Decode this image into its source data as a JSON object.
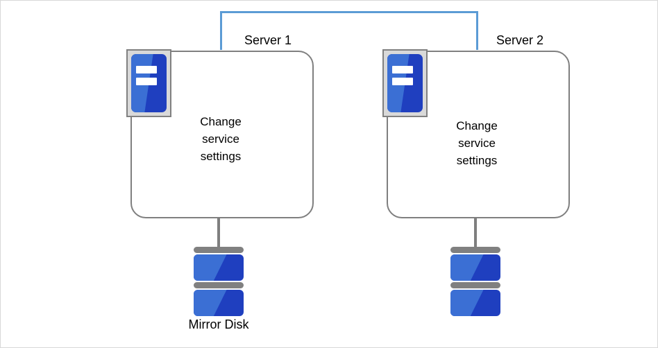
{
  "diagram": {
    "background_color": "#ffffff",
    "border_color": "#d8d8d8",
    "link_color": "#5b9bd5",
    "box_border_color": "#7f7f7f",
    "icon_blue_dark": "#1f3fbf",
    "icon_blue_light": "#3b6fd4",
    "icon_frame_color": "#d9d9d9"
  },
  "nodes": [
    {
      "id": "server-1",
      "label": "Server 1",
      "body_text": "Change\nservice\nsettings",
      "icon_name": "server-icon",
      "disk": {
        "label": "Mirror Disk",
        "icon_name": "mirror-disk-icon"
      }
    },
    {
      "id": "server-2",
      "label": "Server 2",
      "body_text": "Change\nservice\nsettings",
      "icon_name": "server-icon",
      "disk": {
        "label": "",
        "icon_name": "mirror-disk-icon"
      }
    }
  ],
  "connector": {
    "name": "interconnect-link",
    "color": "#5b9bd5"
  }
}
